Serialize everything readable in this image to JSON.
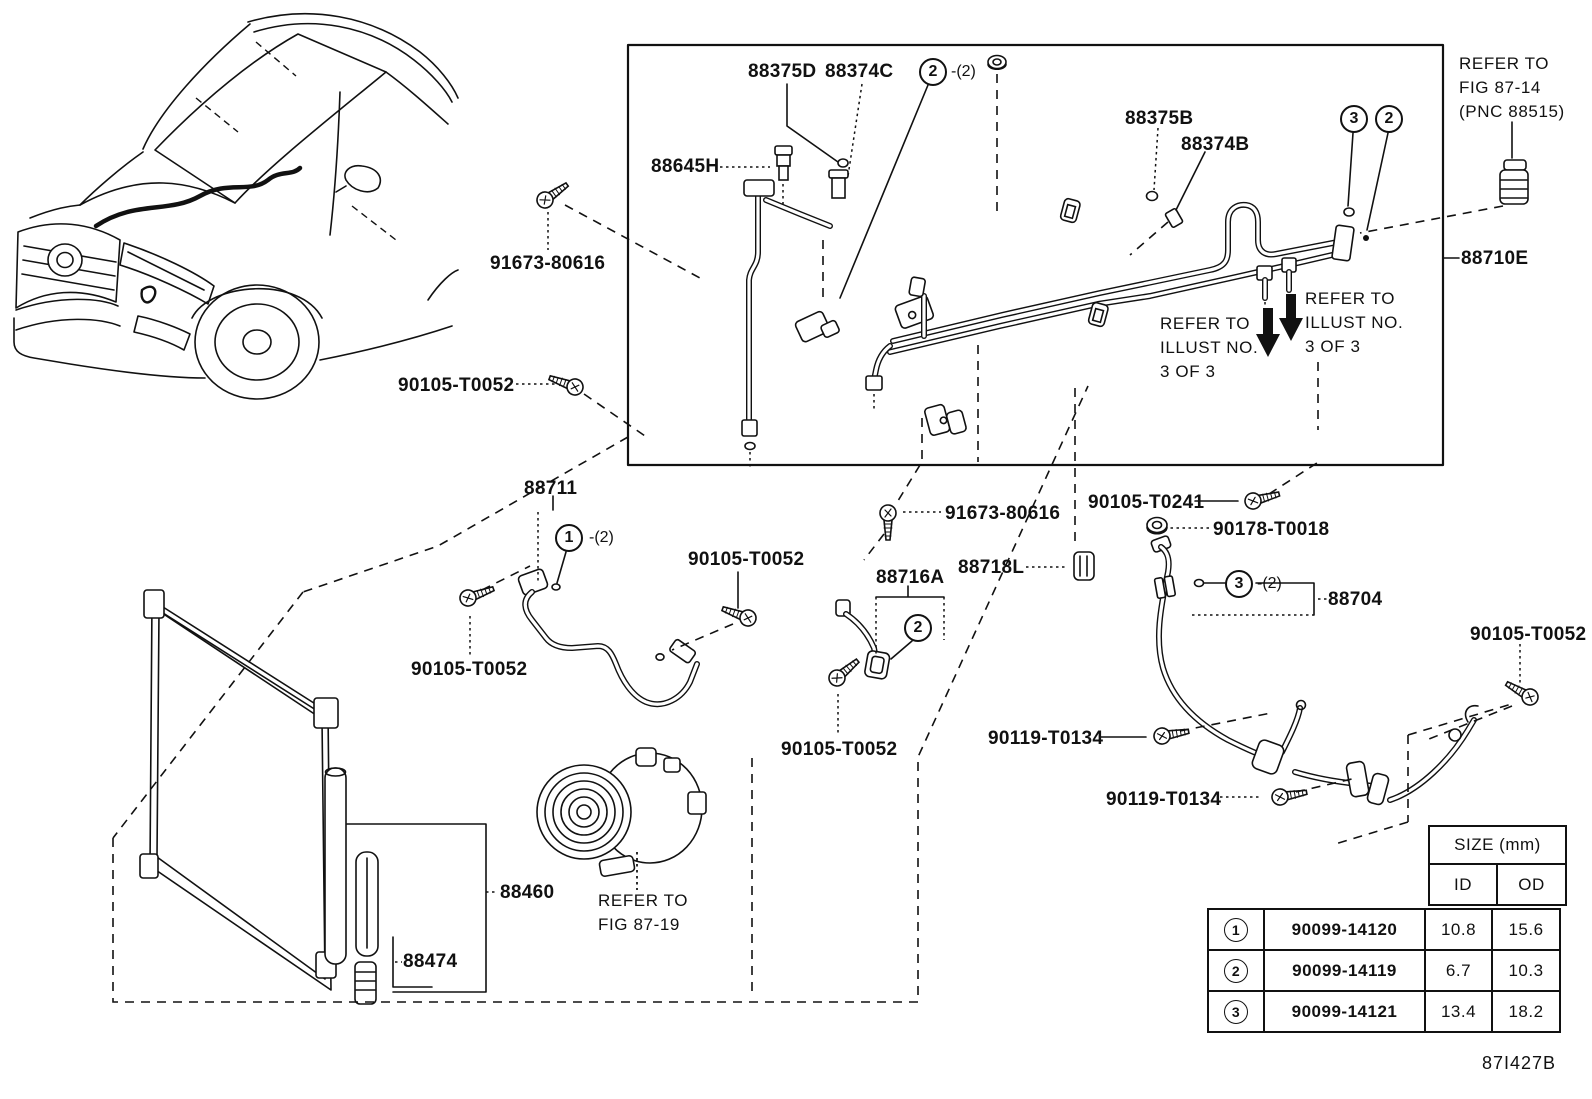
{
  "colors": {
    "ink": "#111111",
    "bg": "#ffffff"
  },
  "part_labels": {
    "a88375d": "88375D",
    "a88374c": "88374C",
    "a88645h": "88645H",
    "a88375b": "88375B",
    "a88374b": "88374B",
    "a88710e": "88710E",
    "a88711": "88711",
    "a88716a": "88716A",
    "a88718l": "88718L",
    "a88704": "88704",
    "a88460": "88460",
    "a88474": "88474",
    "b91673_1": "91673-80616",
    "b91673_2": "91673-80616",
    "b90105_1": "90105-T0052",
    "b90105_2": "90105-T0052",
    "b90105_3": "90105-T0052",
    "b90105_4": "90105-T0052",
    "b90105_5": "90105-T0052",
    "b90105t0241": "90105-T0241",
    "b90178t0018": "90178-T0018",
    "b90119_1": "90119-T0134",
    "b90119_2": "90119-T0134"
  },
  "ref_markers": {
    "top2": {
      "num": "2",
      "suffix": "-(2)"
    },
    "topright3": {
      "num": "3"
    },
    "topright2": {
      "num": "2"
    },
    "hose1": {
      "num": "1",
      "suffix": "-(2)"
    },
    "pipe2": {
      "num": "2"
    },
    "hose3": {
      "num": "3",
      "suffix": "-(2)"
    }
  },
  "notes": {
    "fig8714": [
      "REFER TO",
      "FIG 87-14",
      "(PNC 88515)"
    ],
    "illust_left": [
      "REFER TO",
      "ILLUST NO.",
      "3 OF 3"
    ],
    "illust_right": [
      "REFER TO",
      "ILLUST NO.",
      "3 OF 3"
    ],
    "fig8719": [
      "REFER TO",
      "FIG 87-19"
    ]
  },
  "size_table": {
    "title": "SIZE (mm)",
    "col_id": "ID",
    "col_od": "OD",
    "rows": [
      {
        "ref": "1",
        "part": "90099-14120",
        "id": "10.8",
        "od": "15.6"
      },
      {
        "ref": "2",
        "part": "90099-14119",
        "id": "6.7",
        "od": "10.3"
      },
      {
        "ref": "3",
        "part": "90099-14121",
        "id": "13.4",
        "od": "18.2"
      }
    ]
  },
  "drawing_code": "87I427B"
}
